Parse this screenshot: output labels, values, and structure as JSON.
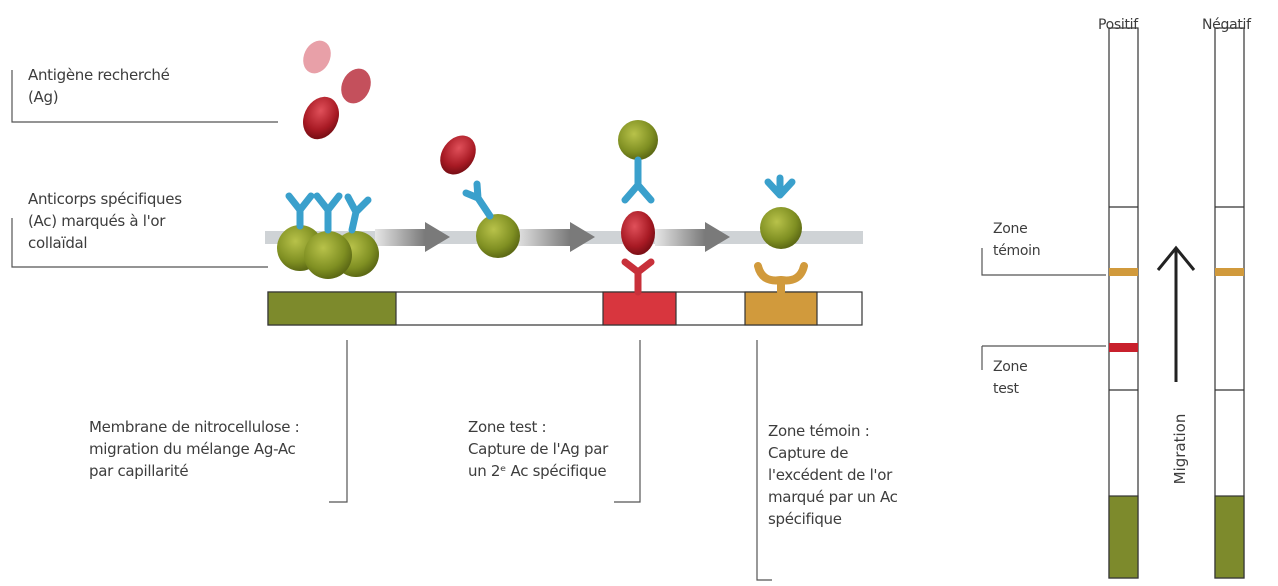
{
  "labels": {
    "antigen": [
      "Antigène recherché",
      "(Ag)"
    ],
    "antibodies": [
      "Anticorps spécifiques",
      "(Ac) marqués à l'or",
      "collaïdal"
    ],
    "membrane": [
      "Membrane de nitrocellulose :",
      "migration du mélange Ag-Ac",
      "par capillarité"
    ],
    "zone_test": [
      "Zone test :",
      "Capture de l'Ag par",
      "un 2ᵉ Ac spécifique"
    ],
    "zone_temoin": [
      "Zone témoin :",
      "Capture de",
      "l'excédent de l'or",
      "marqué par un Ac",
      "spécifique"
    ],
    "strip_zone_temoin": [
      "Zone",
      "témoin"
    ],
    "strip_zone_test": [
      "Zone",
      "test"
    ],
    "positif": "Positif",
    "negatif": "Négatif",
    "migration": "Migration"
  },
  "colors": {
    "gold_particle": "#8a9a2a",
    "antigen": "#b01e2a",
    "antibody": "#3aa0cc",
    "membrane_green": "#7d8a2c",
    "test_red": "#d8363e",
    "control_orange": "#d19a3c",
    "arrow_grey": "#8c8c8c"
  }
}
